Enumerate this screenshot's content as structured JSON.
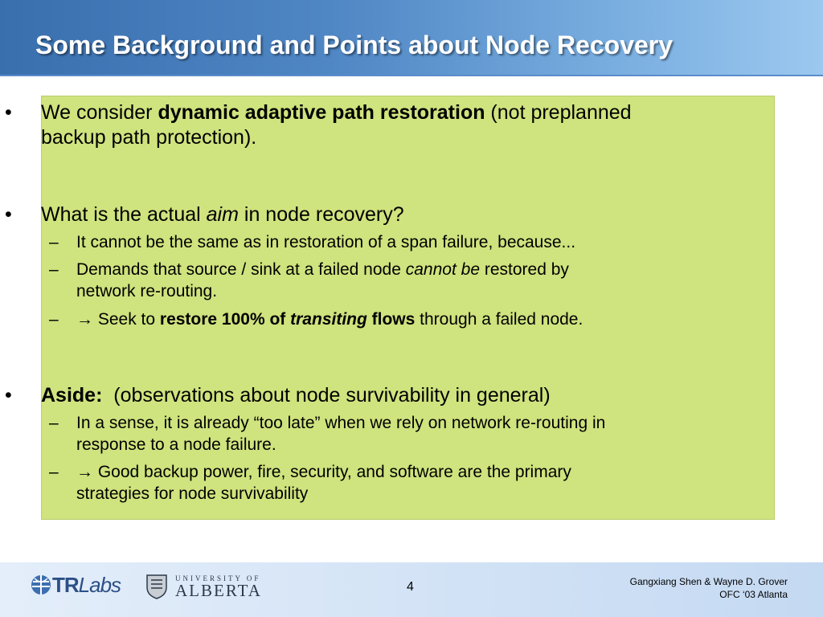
{
  "slide": {
    "title": "Some Background and Points about Node Recovery",
    "bullet1": {
      "bullet": "•",
      "t1": "We consider ",
      "bold": "dynamic adaptive path restoration",
      "t2": " (not preplanned",
      "line2": "backup path protection)."
    },
    "bullet2": {
      "bullet": "•",
      "t1": "What is the actual ",
      "italic": "aim",
      "t2": " in node recovery?",
      "subs": {
        "s1": {
          "dash": "–",
          "text": "It cannot be the same as in restoration of a span failure, because..."
        },
        "s2": {
          "dash": "–",
          "t1": "Demands that source / sink at a failed node ",
          "italic": "cannot be",
          "t2": " restored by",
          "line2": "network re-routing."
        },
        "s3": {
          "dash": "–",
          "arrow": "→",
          "t1": " Seek to ",
          "bold1": "restore 100% of ",
          "bolditalic": "transiting",
          "bold2": " flows",
          "t2": " through a failed node."
        }
      }
    },
    "bullet3": {
      "bullet": "•",
      "bold": "Aside:",
      "t1": "  (observations about node survivability in general)",
      "subs": {
        "s1": {
          "dash": "–",
          "line1": "In a sense, it is already “too late” when we rely on network re-routing in",
          "line2": "response to a node failure."
        },
        "s2": {
          "dash": "–",
          "arrow": "→",
          "line1": " Good backup power, fire, security, and software are the primary",
          "line2": "strategies for node survivability"
        }
      }
    }
  },
  "footer": {
    "page_number": "4",
    "author": "Gangxiang Shen & Wayne D. Grover",
    "event": "OFC ‘03 Atlanta",
    "logo_trlabs_tr": "TR",
    "logo_trlabs_labs": "Labs",
    "logo_ua_small": "UNIVERSITY OF",
    "logo_ua_big": "ALBERTA"
  },
  "colors": {
    "header_accent": "#4f86c4",
    "content_bg": "#cfe37e",
    "footer_bg": "#c4d9f2",
    "logo_blue": "#2c4f86"
  }
}
